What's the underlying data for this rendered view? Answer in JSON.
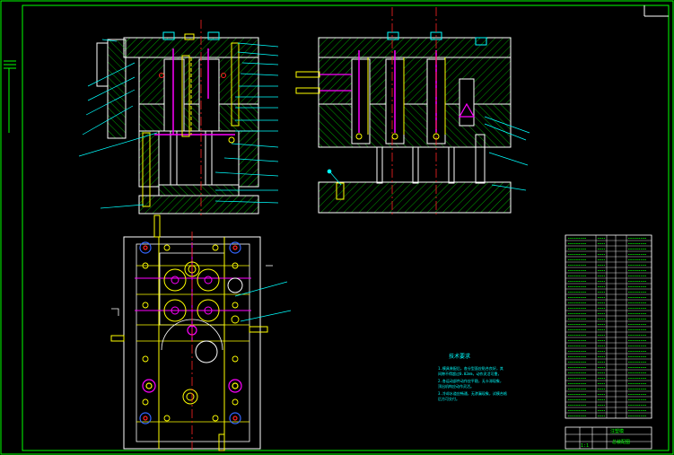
{
  "drawing": {
    "background": "#000000",
    "colors": {
      "frame": "#00ff00",
      "outline": "#ffffff",
      "hatch": "#00ff00",
      "pins": "#ffff00",
      "cooling": "#ff00ff",
      "bolt_heads": "#00ffff",
      "holes_blue": "#3366ff",
      "holes_red": "#ff2222",
      "leader": "#00ffff",
      "table_text": "#00ff00",
      "note_text": "#00ffff"
    },
    "notes": {
      "heading": "技术要求",
      "lines": [
        "1.模具装配后，各分型面应贴合良好，其",
        "  间隙不得超过0.02mm，动作灵活可靠，",
        "2.各运动部件动作应平稳，无卡滞现象，",
        "  顶出机构应动作灵活。",
        "3.冷却水道应畅通，无渗漏现象，试模合格",
        "  后方可交付。"
      ]
    },
    "bom_rows": 34,
    "title_block": {
      "drawing_name": "注塑模",
      "scale": "1:1",
      "sheet_label": "总装配图"
    }
  }
}
